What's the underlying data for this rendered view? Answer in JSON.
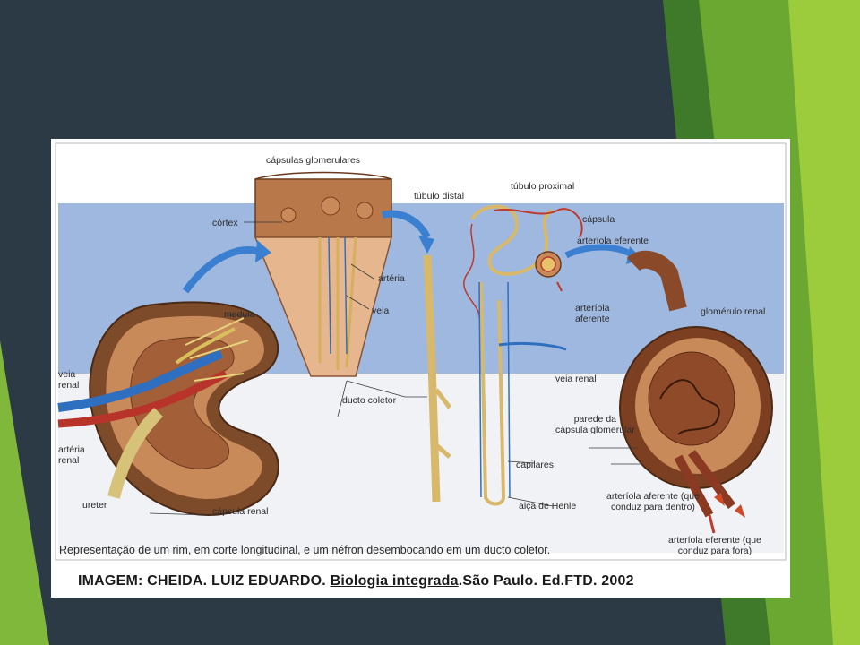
{
  "labels": {
    "capsulas_glomerulares": "cápsulas glomerulares",
    "tubulo_distal": "túbulo distal",
    "tubulo_proximal": "túbulo proximal",
    "capsula": "cápsula",
    "arteriola_eferente": "arteríola eferente",
    "cortex": "córtex",
    "arteria": "artéria",
    "veia": "veia",
    "arteriola_aferente": "arteríola\naferente",
    "glomerulo_renal": "glomérulo renal",
    "medula": "medula",
    "veia_renal_kidney": "veia\nrenal",
    "veia_renal": "veia renal",
    "ducto_coletor": "ducto coletor",
    "arteria_renal": "artéria\nrenal",
    "parede_capsula": "parede da\ncápsula glomerular",
    "capilares": "capilares",
    "ureter": "ureter",
    "capsula_renal": "cápsula renal",
    "alca_henle": "alça de Henle",
    "arteriola_aferente_dentro": "arteríola aferente (que\nconduz para dentro)",
    "arteriola_eferente_fora": "arteríola eferente (que\nconduz para fora)"
  },
  "caption": "Representação de um rim, em corte longitudinal, e um néfron desembocando em um ducto coletor.",
  "credit": {
    "prefix": "IMAGEM: CHEIDA. LUIZ EDUARDO.",
    "book": "Biologia integrada",
    "suffix": ".São Paulo. Ed.FTD. 2002"
  },
  "colors": {
    "slide_bg": "#2b3a44",
    "accent_green": "#8cc63f",
    "band_blue": "#9fb8e0",
    "tissue": "#c98a5a",
    "artery_red": "#c0392b",
    "vein_blue": "#2f6fc0"
  }
}
